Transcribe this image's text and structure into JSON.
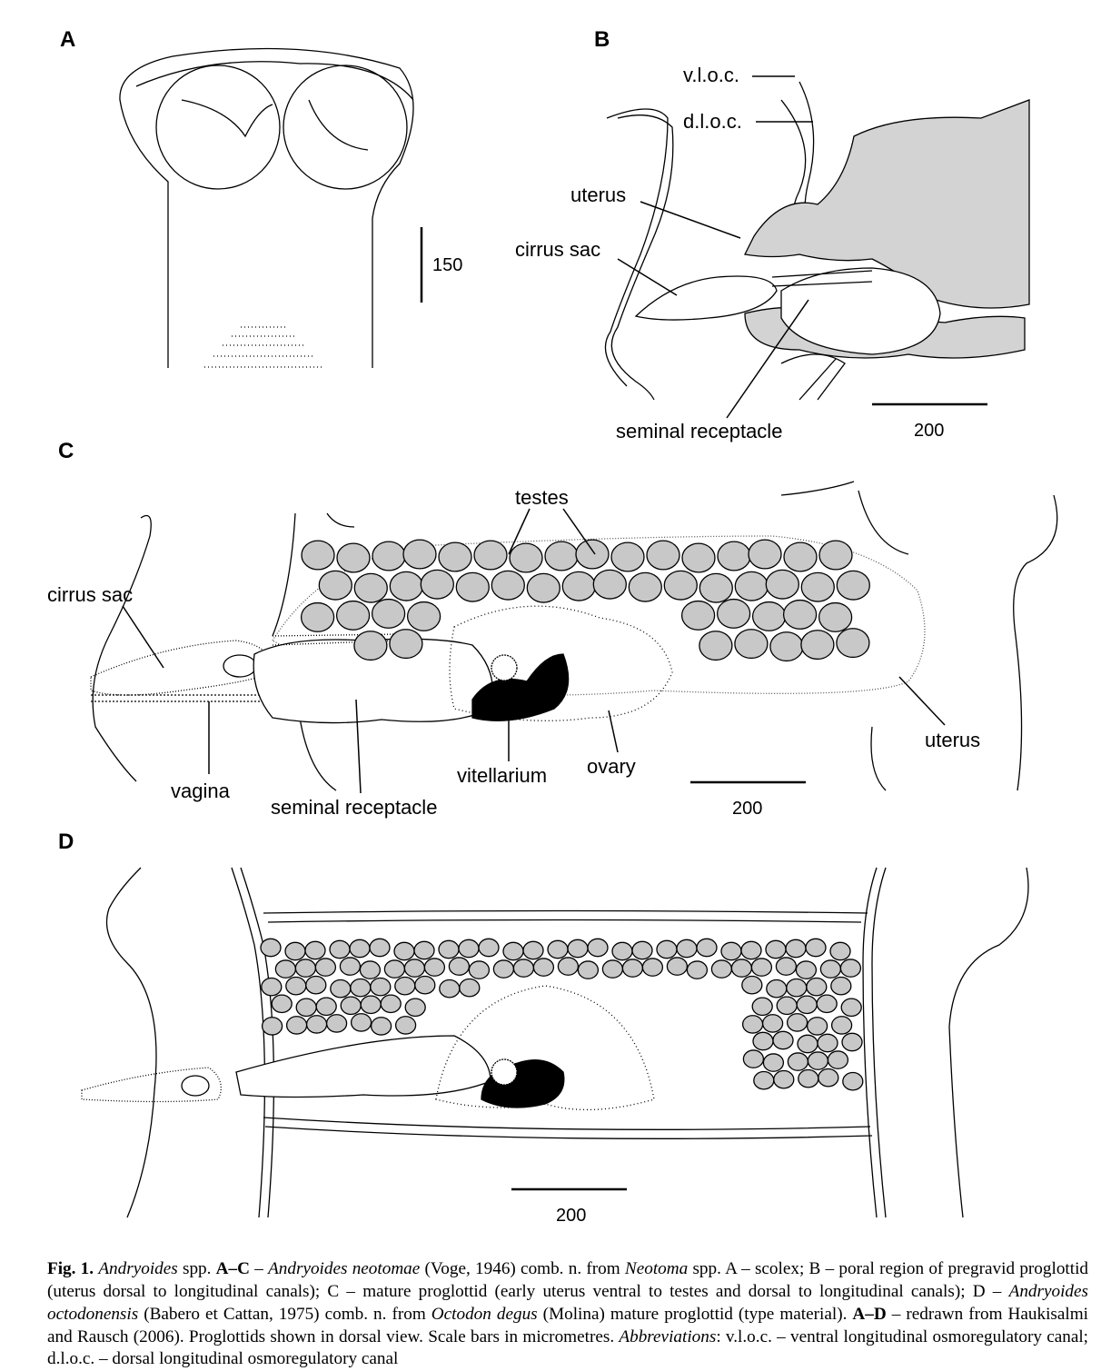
{
  "panels": {
    "a": "A",
    "b": "B",
    "c": "C",
    "d": "D"
  },
  "panel_a": {
    "scale_label": "150"
  },
  "panel_b": {
    "vloc": "v.l.o.c.",
    "dloc": "d.l.o.c.",
    "uterus": "uterus",
    "cirrus_sac": "cirrus sac",
    "seminal_receptacle": "seminal receptacle",
    "scale_label": "200"
  },
  "panel_c": {
    "testes": "testes",
    "cirrus_sac": "cirrus sac",
    "vagina": "vagina",
    "seminal_receptacle": "seminal receptacle",
    "vitellarium": "vitellarium",
    "ovary": "ovary",
    "uterus": "uterus",
    "scale_label": "200"
  },
  "panel_d": {
    "scale_label": "200"
  },
  "caption": {
    "fig": "Fig. 1.",
    "s1": "Andryoides",
    "s2": " spp. ",
    "s3": "A–C",
    "s4": " – ",
    "s5": "Andryoides neotomae",
    "s6": " (Voge, 1946) comb. n. from ",
    "s7": "Neotoma",
    "s8": " spp. A – scolex; B – poral region of pregravid proglottid (uterus dorsal to longitudinal canals); C – mature proglottid (early uterus ventral to testes and dorsal to longitudinal canals); D – ",
    "s9": "Andryoides octodonensis",
    "s10": " (Babero et Cattan, 1975) comb. n. from ",
    "s11": "Octodon degus",
    "s12": " (Molina) mature proglottid (type material). ",
    "s13": "A–D",
    "s14": " – redrawn from Haukisalmi and Rausch (2006). Proglottids shown in dorsal view. Scale bars in micrometres. ",
    "s15": "Abbreviations",
    "s16": ": v.l.o.c. – ventral longitudinal osmoregulatory canal; d.l.o.c. – dorsal longitudinal osmoregulatory canal"
  }
}
